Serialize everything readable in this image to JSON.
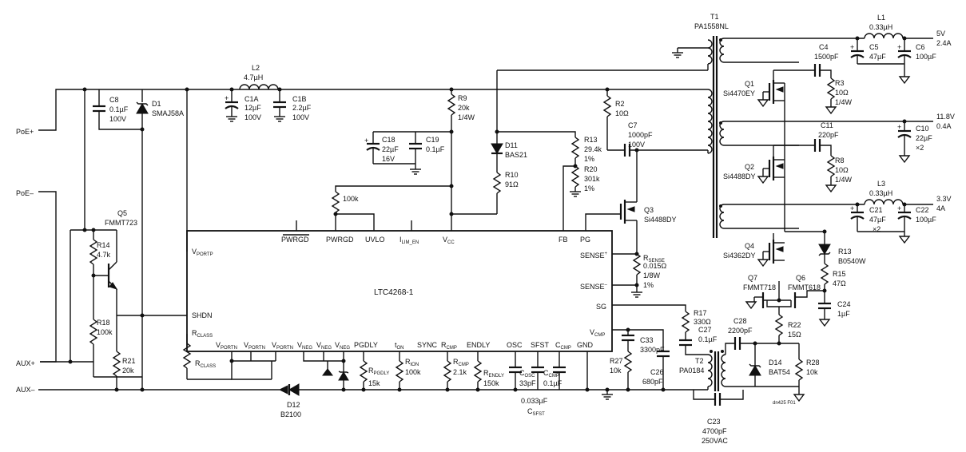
{
  "chip": {
    "name": "LTC4268-1",
    "pins": {
      "pwrgd_bar": "PWRGD",
      "pwrgd": "PWRGD",
      "uvlo": "UVLO",
      "ilim_en": "I",
      "ilim_sub": "LIM_EN",
      "vcc": "V",
      "vcc_sub": "CC",
      "fb": "FB",
      "pg": "PG",
      "vportp": "V",
      "vportp_sub": "PORTP",
      "shdn": "SHDN",
      "rclass": "R",
      "rclass_sub": "CLASS",
      "vportn1": "V",
      "vportn1_sub": "PORTN",
      "vportn2": "V",
      "vportn2_sub": "PORTN",
      "vportn3": "V",
      "vportn3_sub": "PORTN",
      "vneg1": "V",
      "vneg1_sub": "NEG",
      "vneg2": "V",
      "vneg2_sub": "NEG",
      "vneg3": "V",
      "vneg3_sub": "NEG",
      "pgdly": "PGDLY",
      "ton": "t",
      "ton_sub": "ON",
      "sync": "SYNC",
      "rcmp": "R",
      "rcmp_sub": "CMP",
      "endly": "ENDLY",
      "osc": "OSC",
      "sfst": "SFST",
      "ccmp": "C",
      "ccmp_sub": "CMP",
      "gnd": "GND",
      "sense_p": "SENSE",
      "sense_p_sup": "+",
      "sense_n": "SENSE",
      "sense_n_sup": "–",
      "sg": "SG",
      "vcmp": "V",
      "vcmp_sub": "CMP"
    }
  },
  "inputs": {
    "poe_p": "PoE+",
    "poe_n": "PoE–",
    "aux_p": "AUX+",
    "aux_n": "AUX–"
  },
  "outputs": {
    "o1_v": "5V",
    "o1_i": "2.4A",
    "o2_v": "11.8V",
    "o2_i": "0.4A",
    "o3_v": "3.3V",
    "o3_i": "4A"
  },
  "parts": {
    "c8": [
      "C8",
      "0.1µF",
      "100V"
    ],
    "d1": [
      "D1",
      "SMAJ58A"
    ],
    "l2": [
      "L2",
      "4.7µH"
    ],
    "c1a": [
      "C1A",
      "12µF",
      "100V"
    ],
    "c1b": [
      "C1B",
      "2.2µF",
      "100V"
    ],
    "r9": [
      "R9",
      "20k",
      "1/4W"
    ],
    "c18": [
      "C18",
      "22µF",
      "16V"
    ],
    "c19": [
      "C19",
      "0.1µF"
    ],
    "r100k": [
      "100k"
    ],
    "d11": [
      "D11",
      "BAS21"
    ],
    "r10": [
      "R10",
      "91Ω"
    ],
    "r13a": [
      "R13",
      "29.4k",
      "1%"
    ],
    "r20": [
      "R20",
      "301k",
      "1%"
    ],
    "r2": [
      "R2",
      "10Ω"
    ],
    "c7": [
      "C7",
      "1000pF",
      "100V"
    ],
    "q3": [
      "Q3",
      "Si4488DY"
    ],
    "rsense_name": "R",
    "rsense_sub": "SENSE",
    "rsense_vals": [
      "0.015Ω",
      "1/8W",
      "1%"
    ],
    "q5": [
      "Q5",
      "FMMT723"
    ],
    "r14": [
      "R14",
      "4.7k"
    ],
    "r18": [
      "R18",
      "100k"
    ],
    "r21": [
      "R21",
      "20k"
    ],
    "rclass_name": "R",
    "rclass_sub": "CLASS",
    "d12": [
      "D12",
      "B2100"
    ],
    "rpgdly_name": "R",
    "rpgdly_sub": "PGDLY",
    "rpgdly_val": "15k",
    "rton_name": "R",
    "rton_sub": "tON",
    "rton_val": "100k",
    "rcmp_name": "R",
    "rcmp_sub": "CMP",
    "rcmp_val": "2.1k",
    "rendly_name": "R",
    "rendly_sub": "ENDLY",
    "rendly_val": "150k",
    "cosc_name": "C",
    "cosc_sub": "OSC",
    "cosc_val": "33pF",
    "ccmp_name": "C",
    "ccmp_sub": "CMP",
    "ccmp_val": "0.1µF",
    "csfst_val": "0.033µF",
    "csfst_name": "C",
    "csfst_sub": "SFST",
    "r27": [
      "R27",
      "10k"
    ],
    "c33": [
      "C33",
      "3300pF"
    ],
    "c26": [
      "C26",
      "680pF"
    ],
    "r17": [
      "R17",
      "330Ω"
    ],
    "c27": [
      "C27",
      "0.1µF"
    ],
    "t2": [
      "T2",
      "PA0184"
    ],
    "c28": [
      "C28",
      "2200pF"
    ],
    "r22": [
      "R22",
      "15Ω"
    ],
    "d14": [
      "D14",
      "BAT54"
    ],
    "r28": [
      "R28",
      "10k"
    ],
    "c23": [
      "C23",
      "4700pF",
      "250VAC"
    ],
    "t1": [
      "T1",
      "PA1558NL"
    ],
    "c4": [
      "C4",
      "1500pF"
    ],
    "q1": [
      "Q1",
      "Si4470EY"
    ],
    "r3": [
      "R3",
      "10Ω",
      "1/4W"
    ],
    "l1": [
      "L1",
      "0.33µH"
    ],
    "c5": [
      "C5",
      "47µF"
    ],
    "c6": [
      "C6",
      "100µF"
    ],
    "c11": [
      "C11",
      "220pF"
    ],
    "q2": [
      "Q2",
      "Si4488DY"
    ],
    "r8": [
      "R8",
      "10Ω",
      "1/4W"
    ],
    "c10": [
      "C10",
      "22µF",
      "×2"
    ],
    "l3": [
      "L3",
      "0.33µH"
    ],
    "c21": [
      "C21",
      "47µF",
      "×2"
    ],
    "c22": [
      "C22",
      "100µF"
    ],
    "q4": [
      "Q4",
      "Si4362DY"
    ],
    "r13b": [
      "R13",
      "B0540W"
    ],
    "r15": [
      "R15",
      "47Ω"
    ],
    "q7": [
      "Q7",
      "FMMT718"
    ],
    "q6": [
      "Q6",
      "FMMT618"
    ],
    "c24": [
      "C24",
      "1µF"
    ]
  },
  "figure_id": "dn425 F01"
}
